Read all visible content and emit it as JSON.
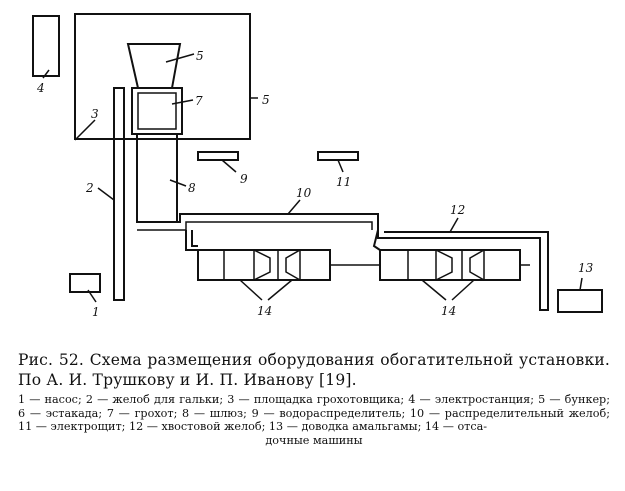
{
  "labels": {
    "l1": "1",
    "l2": "2",
    "l3": "3",
    "l4": "4",
    "l5a": "5",
    "l5b": "5",
    "l7": "7",
    "l8": "8",
    "l9": "9",
    "l10": "10",
    "l11": "11",
    "l12": "12",
    "l13": "13",
    "l14a": "14",
    "l14b": "14"
  },
  "caption": {
    "title": "Рис. 52. Схема размещения оборудования обогатительной установки. По А. И. Трушкову и И. П. Иванову [19].",
    "legend_line1": "1 — насос; 2 — желоб для гальки; 3 — площадка грохотовщика; 4 — электростанция; 5 — бункер; 6 — эстакада; 7 — грохот; 8 — шлюз; 9 — водораспределитель; 10 — распределительный желоб; 11 — электрощит; 12 — хвостовой желоб; 13 — доводка амальгамы; 14 — отса-",
    "legend_line2": "дочные машины"
  }
}
